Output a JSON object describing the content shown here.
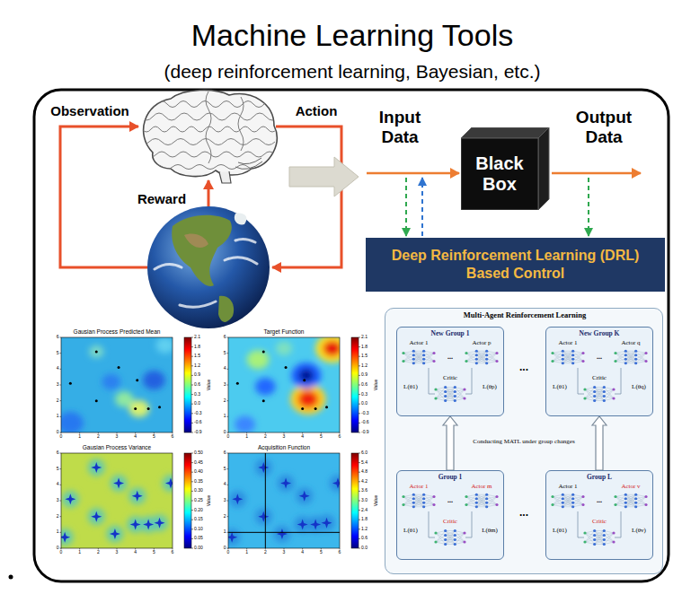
{
  "diagram": {
    "title": "Machine Learning Tools",
    "nodes": [
      {
        "text": [
          "Black Box"
        ]
      },
      {
        "text": [
          "Deep Reinforcement Learning (DRL) Based Control"
        ]
      },
      {
        "text": [
          "Multi-Agent Reinforcement Learning"
        ]
      },
      {
        "text": [
          "New Group 1",
          "Actor 1",
          "...",
          "Actor p",
          "L(θ1)",
          "Critic",
          "L(θp)"
        ],
        "in": 2
      },
      {
        "text": [
          "New Group K",
          "Actor 1",
          "...",
          "Actor q",
          "L(θ1)",
          "Critic",
          "L(θq)"
        ],
        "in": 2
      },
      {
        "text": [
          "Group 1",
          "Actor 1",
          "...",
          "Actor m",
          "L(θ1)",
          "Critic",
          "L(θm)"
        ],
        "in": 2
      },
      {
        "text": [
          "Group L",
          "Actor 1",
          "...",
          "Actor v",
          "L(θ1)",
          "Critic",
          "L(θv)"
        ],
        "in": 2
      }
    ],
    "edges": [
      {
        "from": 5,
        "to": 3,
        "arrow": "to"
      },
      {
        "from": 6,
        "to": 4,
        "arrow": "to"
      }
    ],
    "labels": [
      "(deep reinforcement learning, Bayesian, etc.)",
      "Observation",
      "Action",
      "Reward",
      "Input Data",
      "Output Data",
      "...",
      "...",
      "Conducting MATL under group changes",
      "Gausian Process Predicted Mean",
      "0",
      "1",
      "2",
      "3",
      "4",
      "5",
      "6",
      "0",
      "1",
      "2",
      "3",
      "4",
      "5",
      "6",
      "2.1",
      "1.8",
      "1.5",
      "1.2",
      "0.9",
      "0.6",
      "0.3",
      "0.0",
      "-0.3",
      "-0.6",
      "-0.9",
      "Value",
      "Target Function",
      "0",
      "1",
      "2",
      "3",
      "4",
      "5",
      "6",
      "0",
      "1",
      "2",
      "3",
      "4",
      "5",
      "6",
      "2.1",
      "1.8",
      "1.5",
      "1.2",
      "0.9",
      "0.6",
      "0.3",
      "0.0",
      "-0.3",
      "-0.6",
      "-0.9",
      "Value",
      "Gausian Process Variance",
      "0",
      "1",
      "2",
      "3",
      "4",
      "5",
      "6",
      "0",
      "1",
      "2",
      "3",
      "4",
      "5",
      "6",
      "0.50",
      "0.45",
      "0.40",
      "0.35",
      "0.30",
      "0.25",
      "0.20",
      "0.15",
      "0.10",
      "0.05",
      "0.00",
      "Value",
      "Acquisition Function",
      "0",
      "1",
      "2",
      "3",
      "4",
      "5",
      "6",
      "0",
      "1",
      "2",
      "3",
      "4",
      "5",
      "6",
      "6.0",
      "5.4",
      "4.8",
      "4.2",
      "3.6",
      "3.0",
      "2.4",
      "1.8",
      "1.2",
      "0.6",
      "0.0",
      "Value"
    ]
  }
}
